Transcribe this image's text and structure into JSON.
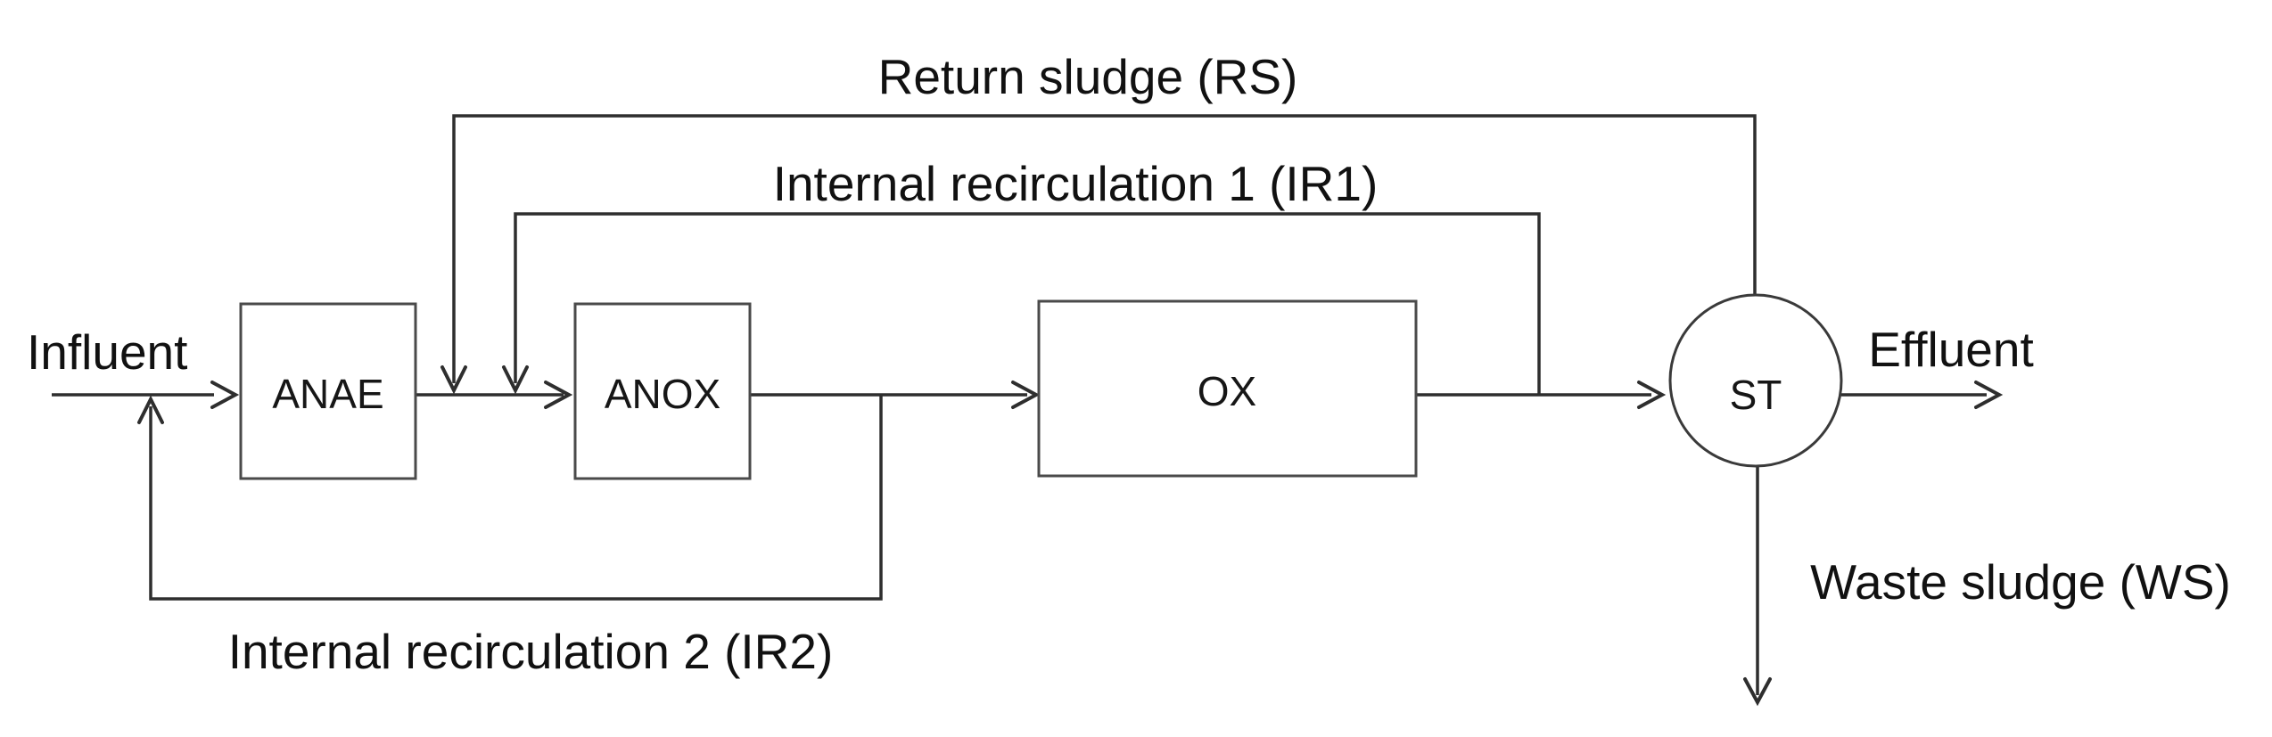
{
  "diagram": {
    "type": "process-flow-diagram",
    "nodes": {
      "anae": {
        "label": "ANAE"
      },
      "anox": {
        "label": "ANOX"
      },
      "ox": {
        "label": "OX"
      },
      "st": {
        "label": "ST"
      }
    },
    "streams": {
      "influent": {
        "label": "Influent"
      },
      "effluent": {
        "label": "Effluent"
      },
      "return_sludge": {
        "label": "Return sludge (RS)"
      },
      "internal_recirculation_1": {
        "label": "Internal recirculation 1 (IR1)"
      },
      "internal_recirculation_2": {
        "label": "Internal recirculation 2 (IR2)"
      },
      "waste_sludge": {
        "label": "Waste sludge (WS)"
      }
    },
    "colors": {
      "line": "#2e2e2e",
      "box_border": "#4a4a4a",
      "circle_border": "#3a3a3a",
      "text": "#111111",
      "background": "#ffffff"
    }
  }
}
